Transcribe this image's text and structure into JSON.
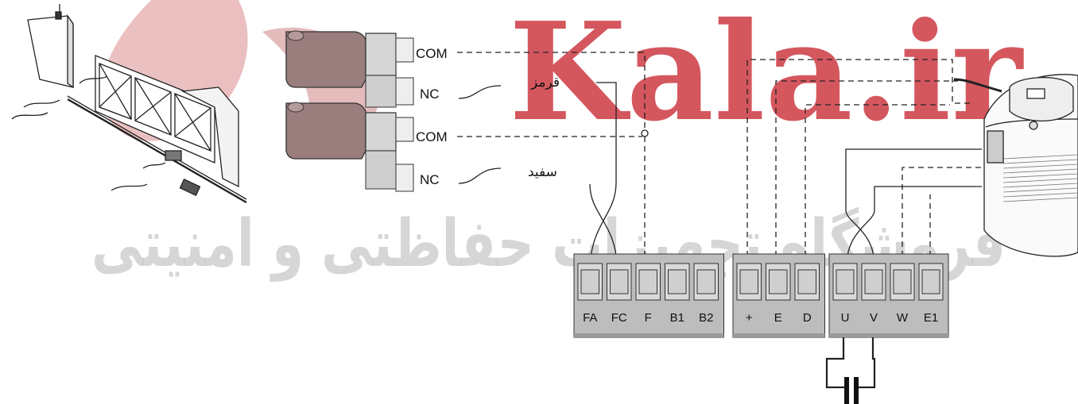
{
  "watermark": {
    "brand": "Kala.ir",
    "tagline": "فروشگاه تجهیزات حفاظتی و امنیتی",
    "brand_color": "#c9232d"
  },
  "switches": {
    "top_com": "COM",
    "top_nc": "NC",
    "bottom_com": "COM",
    "bottom_nc": "NC",
    "wire_red": "قرمز",
    "wire_white": "سفید"
  },
  "terminal_blocks": [
    {
      "id": "limit",
      "terminals": [
        "FA",
        "FC",
        "F",
        "B1",
        "B2"
      ]
    },
    {
      "id": "encoder",
      "terminals": [
        "+",
        "E",
        "D"
      ]
    },
    {
      "id": "motor",
      "terminals": [
        "U",
        "V",
        "W",
        "E1"
      ]
    }
  ],
  "colors": {
    "line": "#222222",
    "terminal_fill": "#bdbdbd",
    "switch_body": "#9a7d7d",
    "switch_plunger": "#d6d6d6"
  }
}
